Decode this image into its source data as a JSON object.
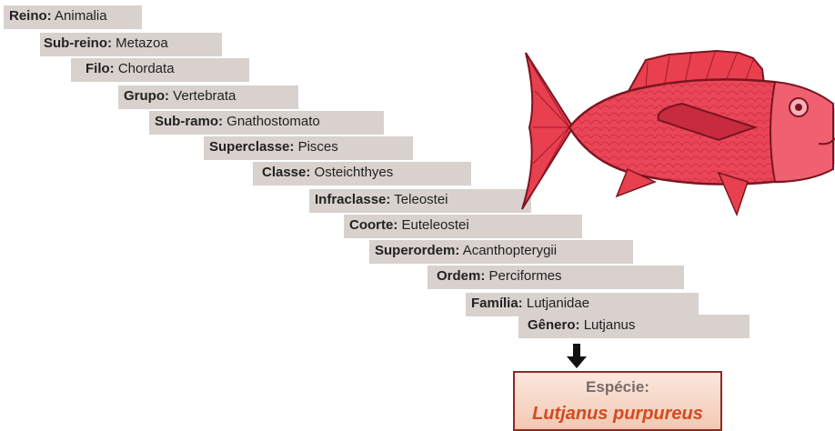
{
  "taxonomy": [
    {
      "rank": "Reino:",
      "value": "Animalia"
    },
    {
      "rank": "Sub-reino:",
      "value": "Metazoa"
    },
    {
      "rank": "Filo:",
      "value": "Chordata"
    },
    {
      "rank": "Grupo:",
      "value": "Vertebrata"
    },
    {
      "rank": "Sub-ramo:",
      "value": "Gnathostomato"
    },
    {
      "rank": "Superclasse:",
      "value": "Pisces"
    },
    {
      "rank": "Classe:",
      "value": "Osteichthyes"
    },
    {
      "rank": "Infraclasse:",
      "value": "Teleostei"
    },
    {
      "rank": "Coorte:",
      "value": "Euteleostei"
    },
    {
      "rank": "Superordem:",
      "value": "Acanthopterygii"
    },
    {
      "rank": "Ordem:",
      "value": "Perciformes"
    },
    {
      "rank": "Família:",
      "value": "Lutjanidae"
    },
    {
      "rank": "Gênero:",
      "value": "Lutjanus"
    }
  ],
  "species": {
    "label": "Espécie:",
    "name": "Lutjanus purpureus"
  },
  "colors": {
    "step_bg": "#d8d1cd",
    "box_border": "#8b2a24",
    "species_name": "#d24b22",
    "fish": "#e8404f"
  }
}
